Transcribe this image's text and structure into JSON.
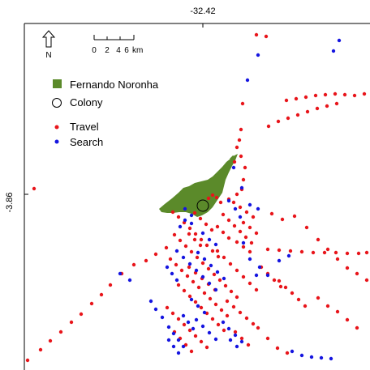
{
  "axis": {
    "top_label": "-32.42",
    "left_label": "-3.86"
  },
  "north_arrow": {
    "label": "N"
  },
  "scale_bar": {
    "ticks": [
      "0",
      "2",
      "4",
      "6"
    ],
    "unit": "km"
  },
  "legend": {
    "island": {
      "label": "Fernando Noronha",
      "color": "#5b8a2a"
    },
    "colony": {
      "label": "Colony"
    },
    "travel": {
      "label": "Travel",
      "color": "#e8151b"
    },
    "search": {
      "label": "Search",
      "color": "#1515e0"
    }
  },
  "points": {
    "travel": [
      [
        316,
        43
      ],
      [
        328,
        45
      ],
      [
        299,
        128
      ],
      [
        297,
        160
      ],
      [
        295,
        173
      ],
      [
        292,
        182
      ],
      [
        289,
        200
      ],
      [
        353,
        124
      ],
      [
        365,
        122
      ],
      [
        377,
        120
      ],
      [
        389,
        118
      ],
      [
        401,
        117
      ],
      [
        413,
        116
      ],
      [
        425,
        117
      ],
      [
        437,
        118
      ],
      [
        449,
        116
      ],
      [
        331,
        156
      ],
      [
        343,
        150
      ],
      [
        355,
        146
      ],
      [
        367,
        142
      ],
      [
        379,
        138
      ],
      [
        391,
        134
      ],
      [
        403,
        131
      ],
      [
        415,
        128
      ],
      [
        42,
        233
      ],
      [
        34,
        445
      ],
      [
        50,
        432
      ],
      [
        62,
        421
      ],
      [
        75,
        410
      ],
      [
        88,
        398
      ],
      [
        100,
        388
      ],
      [
        113,
        375
      ],
      [
        125,
        364
      ],
      [
        136,
        352
      ],
      [
        150,
        338
      ],
      [
        165,
        327
      ],
      [
        180,
        322
      ],
      [
        192,
        314
      ],
      [
        205,
        306
      ],
      [
        297,
        193
      ],
      [
        302,
        207
      ],
      [
        300,
        222
      ],
      [
        298,
        234
      ],
      [
        292,
        240
      ],
      [
        282,
        246
      ],
      [
        363,
        267
      ],
      [
        378,
        281
      ],
      [
        392,
        296
      ],
      [
        404,
        308
      ],
      [
        416,
        320
      ],
      [
        428,
        331
      ],
      [
        440,
        338
      ],
      [
        452,
        346
      ],
      [
        335,
        264
      ],
      [
        348,
        271
      ],
      [
        330,
        308
      ],
      [
        344,
        309
      ],
      [
        358,
        310
      ],
      [
        372,
        311
      ],
      [
        386,
        312
      ],
      [
        400,
        312
      ],
      [
        414,
        312
      ],
      [
        428,
        313
      ],
      [
        442,
        313
      ],
      [
        452,
        312
      ],
      [
        392,
        368
      ],
      [
        404,
        378
      ],
      [
        416,
        385
      ],
      [
        428,
        395
      ],
      [
        440,
        405
      ],
      [
        318,
        405
      ],
      [
        330,
        418
      ],
      [
        342,
        430
      ],
      [
        354,
        436
      ],
      [
        213,
        262
      ],
      [
        220,
        268
      ],
      [
        227,
        275
      ],
      [
        234,
        282
      ],
      [
        241,
        289
      ],
      [
        248,
        296
      ],
      [
        255,
        303
      ],
      [
        262,
        310
      ],
      [
        269,
        317
      ],
      [
        275,
        265
      ],
      [
        282,
        272
      ],
      [
        289,
        279
      ],
      [
        296,
        286
      ],
      [
        303,
        293
      ],
      [
        310,
        300
      ],
      [
        268,
        280
      ],
      [
        275,
        287
      ],
      [
        282,
        294
      ],
      [
        215,
        290
      ],
      [
        222,
        297
      ],
      [
        229,
        304
      ],
      [
        236,
        311
      ],
      [
        243,
        318
      ],
      [
        250,
        325
      ],
      [
        257,
        332
      ],
      [
        264,
        339
      ],
      [
        271,
        346
      ],
      [
        278,
        353
      ],
      [
        285,
        360
      ],
      [
        292,
        367
      ],
      [
        210,
        320
      ],
      [
        217,
        327
      ],
      [
        224,
        334
      ],
      [
        231,
        341
      ],
      [
        238,
        348
      ],
      [
        245,
        355
      ],
      [
        252,
        362
      ],
      [
        259,
        369
      ],
      [
        266,
        376
      ],
      [
        273,
        383
      ],
      [
        280,
        390
      ],
      [
        220,
        352
      ],
      [
        227,
        359
      ],
      [
        234,
        366
      ],
      [
        241,
        373
      ],
      [
        248,
        380
      ],
      [
        255,
        387
      ],
      [
        262,
        394
      ],
      [
        269,
        401
      ],
      [
        276,
        408
      ],
      [
        206,
        380
      ],
      [
        213,
        387
      ],
      [
        220,
        394
      ],
      [
        227,
        401
      ],
      [
        234,
        408
      ],
      [
        241,
        415
      ],
      [
        248,
        422
      ],
      [
        255,
        429
      ],
      [
        288,
        250
      ],
      [
        296,
        256
      ],
      [
        304,
        262
      ],
      [
        312,
        268
      ],
      [
        300,
        275
      ],
      [
        308,
        281
      ],
      [
        316,
        288
      ],
      [
        292,
        299
      ],
      [
        300,
        305
      ],
      [
        308,
        311
      ],
      [
        240,
        263
      ],
      [
        247,
        270
      ],
      [
        254,
        277
      ],
      [
        261,
        284
      ],
      [
        233,
        289
      ],
      [
        240,
        296
      ],
      [
        247,
        303
      ],
      [
        268,
        310
      ],
      [
        276,
        318
      ],
      [
        284,
        326
      ],
      [
        292,
        334
      ],
      [
        300,
        342
      ],
      [
        308,
        350
      ],
      [
        316,
        358
      ],
      [
        233,
        330
      ],
      [
        241,
        337
      ],
      [
        249,
        344
      ],
      [
        257,
        351
      ],
      [
        265,
        358
      ],
      [
        280,
        372
      ],
      [
        288,
        379
      ],
      [
        296,
        386
      ],
      [
        304,
        393
      ],
      [
        312,
        400
      ],
      [
        215,
        410
      ],
      [
        222,
        418
      ],
      [
        229,
        426
      ],
      [
        236,
        434
      ],
      [
        290,
        410
      ],
      [
        298,
        418
      ],
      [
        306,
        426
      ],
      [
        344,
        347
      ],
      [
        352,
        355
      ],
      [
        360,
        362
      ],
      [
        368,
        370
      ],
      [
        376,
        378
      ],
      [
        322,
        330
      ],
      [
        330,
        338
      ],
      [
        338,
        346
      ],
      [
        346,
        354
      ],
      [
        257,
        245
      ],
      [
        262,
        241
      ],
      [
        267,
        244
      ],
      [
        272,
        250
      ]
    ],
    "search": [
      [
        318,
        68
      ],
      [
        305,
        99
      ],
      [
        418,
        50
      ],
      [
        411,
        63
      ],
      [
        298,
        232
      ],
      [
        308,
        253
      ],
      [
        318,
        258
      ],
      [
        288,
        207
      ],
      [
        320,
        330
      ],
      [
        330,
        340
      ],
      [
        344,
        322
      ],
      [
        356,
        316
      ],
      [
        360,
        434
      ],
      [
        372,
        439
      ],
      [
        384,
        441
      ],
      [
        396,
        442
      ],
      [
        408,
        443
      ],
      [
        148,
        338
      ],
      [
        160,
        346
      ],
      [
        186,
        372
      ],
      [
        192,
        382
      ],
      [
        200,
        392
      ],
      [
        228,
        258
      ],
      [
        236,
        266
      ],
      [
        228,
        272
      ],
      [
        222,
        280
      ],
      [
        236,
        276
      ],
      [
        250,
        288
      ],
      [
        258,
        296
      ],
      [
        266,
        302
      ],
      [
        244,
        312
      ],
      [
        252,
        320
      ],
      [
        260,
        328
      ],
      [
        268,
        336
      ],
      [
        276,
        344
      ],
      [
        218,
        310
      ],
      [
        226,
        318
      ],
      [
        234,
        326
      ],
      [
        242,
        334
      ],
      [
        250,
        342
      ],
      [
        258,
        350
      ],
      [
        266,
        358
      ],
      [
        208,
        404
      ],
      [
        214,
        412
      ],
      [
        220,
        420
      ],
      [
        208,
        420
      ],
      [
        214,
        428
      ],
      [
        220,
        436
      ],
      [
        226,
        428
      ],
      [
        275,
        398
      ],
      [
        282,
        406
      ],
      [
        290,
        414
      ],
      [
        298,
        422
      ],
      [
        284,
        420
      ],
      [
        292,
        428
      ],
      [
        242,
        395
      ],
      [
        250,
        403
      ],
      [
        258,
        411
      ],
      [
        266,
        419
      ],
      [
        206,
        330
      ],
      [
        212,
        338
      ],
      [
        218,
        346
      ],
      [
        282,
        248
      ],
      [
        290,
        258
      ],
      [
        296,
        268
      ],
      [
        300,
        300
      ],
      [
        308,
        320
      ],
      [
        316,
        340
      ],
      [
        236,
        370
      ],
      [
        244,
        378
      ],
      [
        252,
        386
      ],
      [
        226,
        390
      ],
      [
        232,
        398
      ],
      [
        238,
        406
      ]
    ]
  }
}
